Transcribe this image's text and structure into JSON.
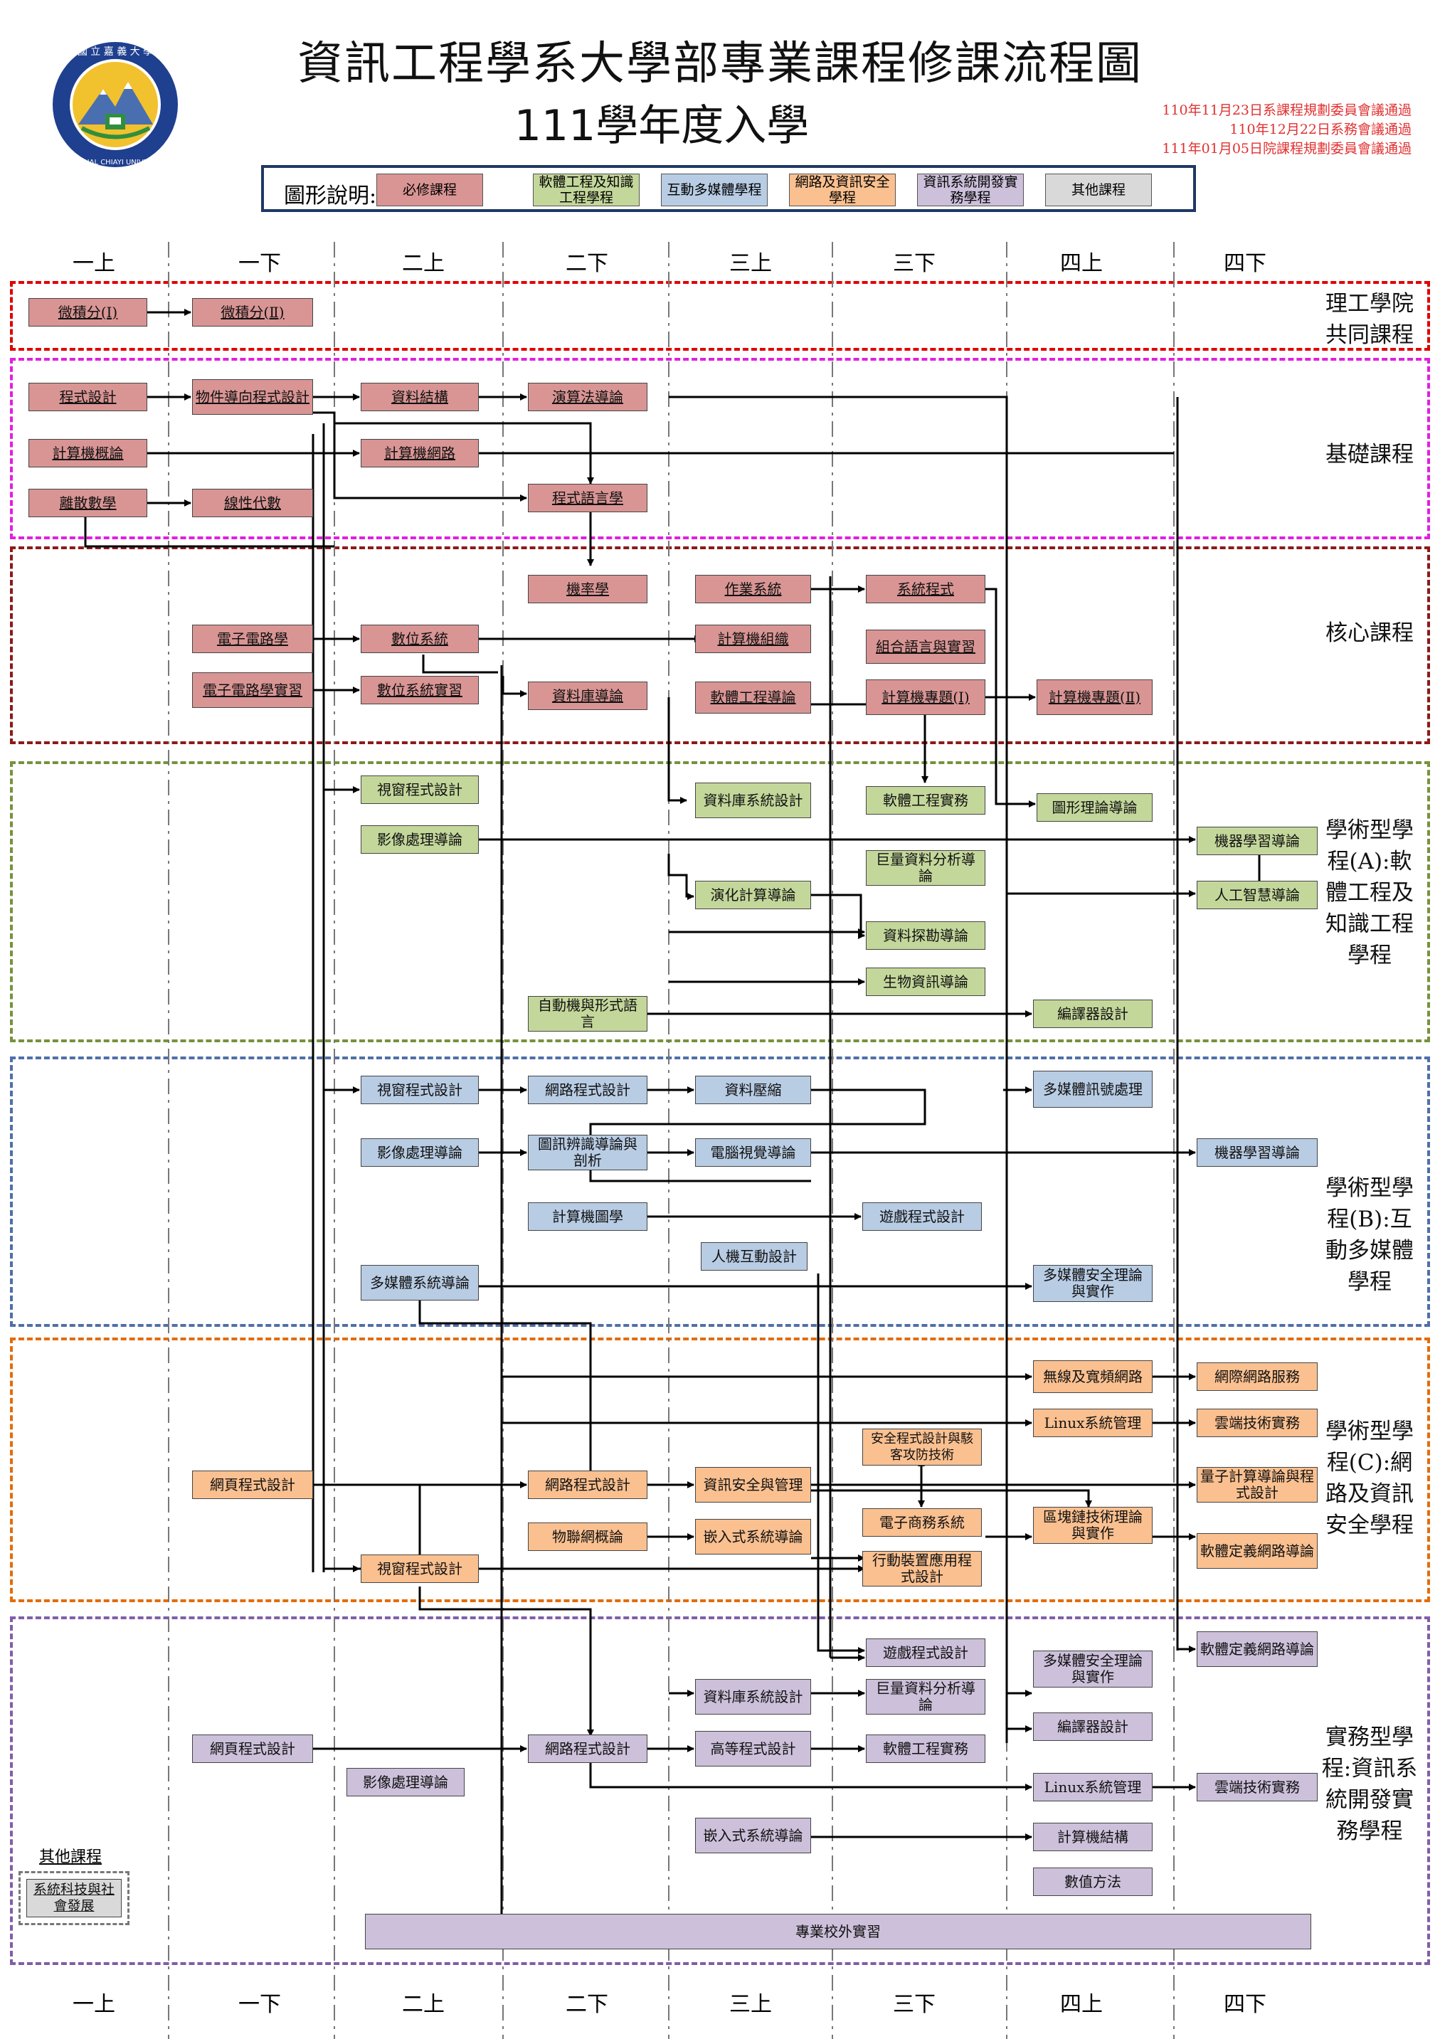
{
  "title": "資訊工程學系大學部專業課程修課流程圖",
  "subtitle": "111學年度入學",
  "approvals": [
    "110年11月23日系課程規劃委員會議通過",
    "110年12月22日系務會議通過",
    "111年01月05日院課程規劃委員會議通過"
  ],
  "logo": {
    "icon": "university-seal-icon",
    "text": "國立嘉義大學 NATIONAL CHIAYI UNIVERSITY"
  },
  "legend": {
    "label": "圖形說明:",
    "items": [
      {
        "label": "必修課程",
        "color": "#d99594"
      },
      {
        "label": "軟體工程及知識工程學程",
        "color": "#c4d79b"
      },
      {
        "label": "互動多媒體學程",
        "color": "#b8cce4"
      },
      {
        "label": "網路及資訊安全學程",
        "color": "#fac090"
      },
      {
        "label": "資訊系統開發實務學程",
        "color": "#ccc0da"
      },
      {
        "label": "其他課程",
        "color": "#d9d9d9"
      }
    ]
  },
  "semesters": [
    "一上",
    "一下",
    "二上",
    "二下",
    "三上",
    "三下",
    "四上",
    "四下"
  ],
  "regions": [
    {
      "label": "理工學院共同課程",
      "color": "#e00000"
    },
    {
      "label": "基礎課程",
      "color": "#e020e0"
    },
    {
      "label": "核心課程",
      "color": "#8b1a1a"
    },
    {
      "label": "學術型學程(A):軟體工程及知識工程學程",
      "color": "#76923c"
    },
    {
      "label": "學術型學程(B):互動多媒體學程",
      "color": "#4f6fa8"
    },
    {
      "label": "學術型學程(C):網路及資訊安全學程",
      "color": "#e36c09"
    },
    {
      "label": "實務型學程:資訊系統開發實務學程",
      "color": "#7f5fa8"
    }
  ],
  "courses": {
    "calc1": "微積分(Ⅰ)",
    "calc2": "微積分(Ⅱ)",
    "prog": "程式設計",
    "oop": "物件導向程式設計",
    "ds": "資料結構",
    "algo": "演算法導論",
    "intro": "計算機概論",
    "net": "計算機網路",
    "pl": "程式語言學",
    "dm": "離散數學",
    "la": "線性代數",
    "prob": "機率學",
    "os": "作業系統",
    "sysprog": "系統程式",
    "asm": "組合語言與實習",
    "ec": "電子電路學",
    "ecl": "電子電路學實習",
    "dig": "數位系統",
    "digl": "數位系統實習",
    "db": "資料庫導論",
    "arch": "計算機組織",
    "seintro": "軟體工程導論",
    "proj1": "計算機專題(Ⅰ)",
    "proj2": "計算機專題(Ⅱ)",
    "a_win": "視窗程式設計",
    "a_img": "影像處理導論",
    "a_dbd": "資料庫系統設計",
    "a_sep": "軟體工程實務",
    "a_graph": "圖形理論導論",
    "a_ml": "機器學習導論",
    "a_big": "巨量資料分析導論",
    "a_ai": "人工智慧導論",
    "a_evo": "演化計算導論",
    "a_dm": "資料探勘導論",
    "a_bio": "生物資訊導論",
    "a_auto": "自動機與形式語言",
    "a_comp": "編譯器設計",
    "b_win": "視窗程式設計",
    "b_netp": "網路程式設計",
    "b_comp": "資料壓縮",
    "b_mmsp": "多媒體訊號處理",
    "b_img": "影像處理導論",
    "b_pr": "圖訊辨識導論與剖析",
    "b_cv": "電腦視覺導論",
    "b_ml": "機器學習導論",
    "b_cg": "計算機圖學",
    "b_game": "遊戲程式設計",
    "b_hci": "人機互動設計",
    "b_mms": "多媒體系統導論",
    "b_mmsec": "多媒體安全理論與實作",
    "c_wl": "無線及寬頻網路",
    "c_is": "網際網路服務",
    "c_linux": "Linux系統管理",
    "c_cloud": "雲端技術實務",
    "c_secp": "安全程式設計與駭客攻防技術",
    "c_web": "網頁程式設計",
    "c_netp": "網路程式設計",
    "c_sec": "資訊安全與管理",
    "c_qc": "量子計算導論與程式設計",
    "c_iot": "物聯網概論",
    "c_emb": "嵌入式系統導論",
    "c_ecom": "電子商務系統",
    "c_bc": "區塊鏈技術理論與實作",
    "c_sdn": "軟體定義網路導論",
    "c_win": "視窗程式設計",
    "c_mob": "行動裝置應用程式設計",
    "p_sdn": "軟體定義網路導論",
    "p_game": "遊戲程式設計",
    "p_mmsec": "多媒體安全理論與實作",
    "p_dbd": "資料庫系統設計",
    "p_big": "巨量資料分析導論",
    "p_comp": "編譯器設計",
    "p_web": "網頁程式設計",
    "p_netp": "網路程式設計",
    "p_adv": "高等程式設計",
    "p_sep": "軟體工程實務",
    "p_img": "影像處理導論",
    "p_linux": "Linux系統管理",
    "p_cloud": "雲端技術實務",
    "p_emb": "嵌入式系統導論",
    "p_ca": "計算機結構",
    "p_num": "數值方法",
    "p_intern": "專業校外實習"
  },
  "other": {
    "title": "其他課程",
    "course": "系統科技與社會發展"
  }
}
